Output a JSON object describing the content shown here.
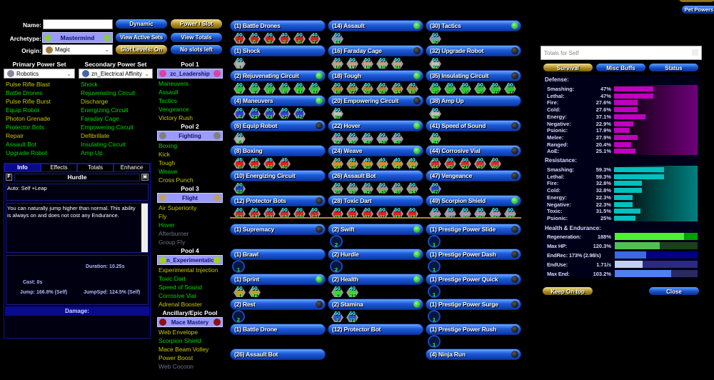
{
  "top_right": {
    "pet_powers": "Pet Powers"
  },
  "character": {
    "name_label": "Name:",
    "name_value": "",
    "archetype_label": "Archetype:",
    "archetype": "Mastermind",
    "origin_label": "Origin:",
    "origin": "Magic"
  },
  "buttons": {
    "dynamic": "Dynamic",
    "power_slot": "Power / Slot",
    "view_active_sets": "View Active Sets",
    "view_totals": "View Totals",
    "slot_levels": "Slot Levels: On",
    "no_slots_left": "No slots left"
  },
  "primary": {
    "header": "Primary Power Set",
    "set": "Robotics",
    "items": [
      {
        "n": "Pulse Rifle Blast",
        "s": "y"
      },
      {
        "n": "Battle Drones",
        "s": "g"
      },
      {
        "n": "Pulse Rifle Burst",
        "s": "y"
      },
      {
        "n": "Equip Robot",
        "s": "g"
      },
      {
        "n": "Photon Grenade",
        "s": "y"
      },
      {
        "n": "Protector Bots",
        "s": "g"
      },
      {
        "n": "Repair",
        "s": "y"
      },
      {
        "n": "Assault Bot",
        "s": "g"
      },
      {
        "n": "Upgrade Robot",
        "s": "g"
      }
    ]
  },
  "secondary": {
    "header": "Secondary Power Set",
    "set": "zn_Electrical Affinity",
    "items": [
      {
        "n": "Shock",
        "s": "g"
      },
      {
        "n": "Rejuvenating Circuit",
        "s": "g"
      },
      {
        "n": "Discharge",
        "s": "y"
      },
      {
        "n": "Energizing Circuit",
        "s": "g"
      },
      {
        "n": "Faraday Cage",
        "s": "g"
      },
      {
        "n": "Empowering Circuit",
        "s": "g"
      },
      {
        "n": "Defibrillate",
        "s": "y"
      },
      {
        "n": "Insulating Circuit",
        "s": "g"
      },
      {
        "n": "Amp Up",
        "s": "g"
      }
    ]
  },
  "pools": [
    {
      "header": "Pool 1",
      "set": "zc_Leadership",
      "color": "#e040a0",
      "items": [
        {
          "n": "Maneuvers",
          "s": "g"
        },
        {
          "n": "Assault",
          "s": "g"
        },
        {
          "n": "Tactics",
          "s": "g"
        },
        {
          "n": "Vengeance",
          "s": "g"
        },
        {
          "n": "Victory Rush",
          "s": "y"
        }
      ]
    },
    {
      "header": "Pool 2",
      "set": "Fighting",
      "color": "#808080",
      "items": [
        {
          "n": "Boxing",
          "s": "g"
        },
        {
          "n": "Kick",
          "s": "y"
        },
        {
          "n": "Tough",
          "s": "y"
        },
        {
          "n": "Weave",
          "s": "g"
        },
        {
          "n": "Cross Punch",
          "s": "y"
        }
      ]
    },
    {
      "header": "Pool 3",
      "set": "Flight",
      "color": "#c0a060",
      "items": [
        {
          "n": "Air Superiority",
          "s": "y"
        },
        {
          "n": "Fly",
          "s": "y"
        },
        {
          "n": "Hover",
          "s": "g"
        },
        {
          "n": "Afterburner",
          "s": "d"
        },
        {
          "n": "Group Fly",
          "s": "d"
        }
      ]
    },
    {
      "header": "Pool 4",
      "set": "n_Experimentation",
      "color": "#a0d020",
      "items": [
        {
          "n": "Experimental Injection",
          "s": "y"
        },
        {
          "n": "Toxic Dart",
          "s": "g"
        },
        {
          "n": "Speed of Sound",
          "s": "g"
        },
        {
          "n": "Corrosive Vial",
          "s": "g"
        },
        {
          "n": "Adrenal Booster",
          "s": "y"
        }
      ]
    },
    {
      "header": "Ancillary/Epic Pool",
      "set": "Mace Mastery",
      "color": "#901010",
      "items": [
        {
          "n": "Web Envelope",
          "s": "y"
        },
        {
          "n": "Scorpion Shield",
          "s": "g"
        },
        {
          "n": "Mace Beam Volley",
          "s": "y"
        },
        {
          "n": "Power Boost",
          "s": "y"
        },
        {
          "n": "Web Cocoon",
          "s": "d"
        }
      ]
    }
  ],
  "info": {
    "tabs": [
      "Info",
      "Effects",
      "Totals",
      "Enhance"
    ],
    "active_tab": "Info",
    "f_button": "F",
    "power_name": "Hurdle",
    "short_desc": "Auto: Self +Leap",
    "long_desc": "You can naturally jump higher than normal. This ability is always on and does not cost any Endurance.",
    "duration": "Duration: 10.25s",
    "cast": "Cast: 0s",
    "jump": "Jump: 166.8% (Self)",
    "jumpspd": "JumpSpd: 124.5% (Self)",
    "damage_header": "Damage:"
  },
  "powers": [
    [
      {
        "l": "(1) Battle Drones",
        "i": "none",
        "c": "#d02020",
        "slots": [
          [
            "50",
            "1"
          ],
          [
            "50",
            "5"
          ],
          [
            "50",
            "3"
          ],
          [
            "30",
            "3"
          ],
          [
            "50",
            "5"
          ],
          [
            "40",
            "7"
          ]
        ]
      },
      {
        "l": "(1) Shock",
        "i": "none",
        "c": "#b0b0b0",
        "slots": [
          [
            "50",
            "1"
          ]
        ]
      },
      {
        "l": "(2) Rejuvenating Circuit",
        "i": "green",
        "c": "#30c030",
        "slots": [
          [
            "50",
            "2"
          ],
          [
            "50",
            "7"
          ],
          [
            "50",
            "9"
          ],
          [
            "50",
            "9"
          ],
          [
            "50",
            "11"
          ],
          [
            "50",
            "11"
          ]
        ]
      },
      {
        "l": "(4) Maneuvers",
        "i": "green",
        "c": "#3040d0",
        "slots": [
          [
            "50",
            "4"
          ],
          [
            "50",
            "23"
          ],
          [
            "50",
            "23"
          ],
          [
            "50",
            "27"
          ],
          [
            "50",
            "42"
          ]
        ]
      },
      {
        "l": "(6) Equip Robot",
        "i": "black",
        "c": "#b0b0b0",
        "slots": [
          [
            "50",
            "6"
          ]
        ]
      },
      {
        "l": "(8) Boxing",
        "i": "none",
        "c": "#e02020",
        "slots": [
          [
            "35",
            "8"
          ],
          [
            "35",
            "40"
          ],
          [
            "35",
            "40"
          ],
          [
            "35",
            "40"
          ]
        ]
      },
      {
        "l": "(10) Energizing Circuit",
        "i": "none",
        "c": "#2040b0",
        "slots": [
          [
            "50",
            "10"
          ]
        ]
      },
      {
        "l": "(12) Protector Bots",
        "i": "black",
        "c": "#c03030",
        "slots": [
          [
            "50",
            "12"
          ],
          [
            "50",
            "13"
          ],
          [
            "50",
            "13"
          ],
          [
            "50",
            "15"
          ],
          [
            "50",
            "15"
          ],
          [
            "50",
            "17"
          ]
        ]
      }
    ],
    [
      {
        "l": "(14) Assault",
        "i": "green",
        "c": "#8090c0",
        "slots": [
          [
            "50",
            "11"
          ]
        ]
      },
      {
        "l": "(16) Faraday Cage",
        "i": "black",
        "c": "#c0a090",
        "slots": [
          [
            "50",
            "16"
          ],
          [
            "50",
            "17"
          ],
          [
            "50",
            "19"
          ],
          [
            "50",
            "19"
          ],
          [
            "50",
            "21"
          ]
        ]
      },
      {
        "l": "(18) Tough",
        "i": "green",
        "c": "#b08030",
        "slots": [
          [
            "50",
            "18"
          ],
          [
            "50",
            "27"
          ],
          [
            "50",
            "29"
          ],
          [
            "50",
            "29"
          ],
          [
            "50",
            "34"
          ],
          [
            "40",
            "19"
          ]
        ]
      },
      {
        "l": "(20) Empowering Circuit",
        "i": "black",
        "c": "#c0c0c0",
        "slots": [
          [
            "50",
            "20"
          ]
        ]
      },
      {
        "l": "(22) Hover",
        "i": "green",
        "c": "#b090b0",
        "slots": [
          [
            "50",
            "22"
          ],
          [
            "50",
            "46"
          ],
          [
            "50",
            "48"
          ],
          [
            "50",
            "48"
          ],
          [
            "50",
            "48"
          ]
        ]
      },
      {
        "l": "(24) Weave",
        "i": "green",
        "c": "#d09020",
        "slots": [
          [
            "50",
            "24"
          ],
          [
            "40",
            "25"
          ],
          [
            "40",
            "25"
          ],
          [
            "40",
            "43"
          ],
          [
            "40",
            "43"
          ],
          [
            "40",
            "43"
          ]
        ]
      },
      {
        "l": "(26) Assault Bot",
        "i": "none",
        "c": "#a09080",
        "slots": [
          [
            "50",
            "25"
          ],
          [
            "50",
            "39"
          ],
          [
            "50",
            "42"
          ],
          [
            "50",
            "45"
          ],
          [
            "50",
            "46"
          ],
          [
            "50",
            "34"
          ]
        ]
      },
      {
        "l": "(28) Toxic Dart",
        "i": "none",
        "c": "#e02020",
        "slots": [
          [
            "50",
            "28"
          ],
          [
            "50",
            "31"
          ],
          [
            "50",
            "31"
          ],
          [
            "50",
            "31"
          ],
          [
            "50",
            "33"
          ],
          [
            "50",
            "33"
          ]
        ]
      }
    ],
    [
      {
        "l": "(30) Tactics",
        "i": "green",
        "c": "#8090c0",
        "slots": [
          [
            "50",
            "30"
          ]
        ]
      },
      {
        "l": "(32) Upgrade Robot",
        "i": "black",
        "c": "#c0c0c0",
        "slots": [
          [
            "50",
            "32"
          ]
        ]
      },
      {
        "l": "(35) Insulating Circuit",
        "i": "black",
        "c": "#30c030",
        "slots": [
          [
            "50",
            "35"
          ],
          [
            "50",
            "36"
          ],
          [
            "50",
            "36"
          ],
          [
            "50",
            "36"
          ],
          [
            "50",
            "37"
          ],
          [
            "50",
            "37"
          ]
        ]
      },
      {
        "l": "(38) Amp Up",
        "i": "none",
        "c": "#c0c0c0",
        "slots": [
          [
            "50",
            "38"
          ]
        ]
      },
      {
        "l": "(41) Speed of Sound",
        "i": "black",
        "c": "#90b070",
        "slots": [
          [
            "50",
            "41"
          ]
        ]
      },
      {
        "l": "(44) Corrosive Vial",
        "i": "black",
        "c": "#d03030",
        "slots": [
          [
            "20",
            "44"
          ],
          [
            "50",
            "45"
          ],
          [
            "50",
            "21"
          ],
          [
            "50",
            "45"
          ],
          [
            "50",
            "46"
          ]
        ]
      },
      {
        "l": "(47) Vengeance",
        "i": "black",
        "c": "#3040d0",
        "slots": [
          [
            "50",
            "47"
          ]
        ]
      },
      {
        "l": "(49) Scorpion Shield",
        "i": "green",
        "c": "#b090c0",
        "slots": [
          [
            "50",
            "49"
          ],
          [
            "50",
            "37"
          ],
          [
            "50",
            "39"
          ],
          [
            "50",
            "50"
          ],
          [
            "50",
            "50"
          ],
          [
            "50",
            "50"
          ]
        ]
      }
    ]
  ],
  "inherent": [
    [
      {
        "l": "(1) Supremacy",
        "i": "black",
        "slots": []
      },
      {
        "l": "(1) Brawl",
        "i": "none",
        "empty": "1",
        "slots": []
      },
      {
        "l": "(1) Sprint",
        "i": "green",
        "c": "#c0a020",
        "slots": [
          [
            "50",
            "1"
          ],
          [
            "50",
            "42"
          ]
        ]
      },
      {
        "l": "(2) Rest",
        "i": "black",
        "empty": "2",
        "slots": []
      },
      {
        "l": "(1) Battle Drone",
        "i": "none",
        "slots": []
      },
      {
        "l": "(26) Assault Bot",
        "i": "none",
        "slots": []
      }
    ],
    [
      {
        "l": "(2) Swift",
        "i": "green",
        "empty": "2",
        "slots": []
      },
      {
        "l": "(2) Hurdle",
        "i": "green",
        "empty": "2",
        "slots": []
      },
      {
        "l": "(2) Health",
        "i": "green",
        "c": "#40d040",
        "slots": [
          [
            "50",
            "2"
          ],
          [
            "40",
            "33"
          ]
        ]
      },
      {
        "l": "(2) Stamina",
        "i": "green",
        "c": "#3050d0",
        "slots": [
          [
            "50",
            "2"
          ],
          [
            "50",
            "33"
          ]
        ]
      },
      {
        "l": "(12) Protector Bot",
        "i": "none",
        "slots": []
      }
    ],
    [
      {
        "l": "(1) Prestige Power Slide",
        "i": "black",
        "empty": "1",
        "slots": []
      },
      {
        "l": "(1) Prestige Power Dash",
        "i": "black",
        "empty": "1",
        "slots": []
      },
      {
        "l": "(1) Prestige Power Quick",
        "i": "black",
        "empty": "1",
        "slots": []
      },
      {
        "l": "(1) Prestige Power Surge",
        "i": "black",
        "empty": "1",
        "slots": []
      },
      {
        "l": "(1) Prestige Power Rush",
        "i": "black",
        "empty": "1",
        "slots": []
      },
      {
        "l": "(4) Ninja Run",
        "i": "black",
        "slots": []
      }
    ]
  ],
  "totals": {
    "title": "Totals for Self",
    "tabs": [
      "Survival",
      "Misc Buffs",
      "Status"
    ],
    "active_tab": "Survival",
    "defense_header": "Defense:",
    "defense": [
      {
        "n": "Smashing:",
        "v": "47%",
        "p": 47
      },
      {
        "n": "Lethal:",
        "v": "47%",
        "p": 47
      },
      {
        "n": "Fire:",
        "v": "27.6%",
        "p": 27.6
      },
      {
        "n": "Cold:",
        "v": "27.6%",
        "p": 27.6
      },
      {
        "n": "Energy:",
        "v": "37.1%",
        "p": 37.1
      },
      {
        "n": "Negative:",
        "v": "22.9%",
        "p": 22.9
      },
      {
        "n": "Psionic:",
        "v": "17.9%",
        "p": 17.9
      },
      {
        "n": "Melee:",
        "v": "27.9%",
        "p": 27.9
      },
      {
        "n": "Ranged:",
        "v": "20.4%",
        "p": 20.4
      },
      {
        "n": "AoE:",
        "v": "25.1%",
        "p": 25.1
      }
    ],
    "resistance_header": "Resistance:",
    "resistance": [
      {
        "n": "Smashing:",
        "v": "59.3%",
        "p": 59.3
      },
      {
        "n": "Lethal:",
        "v": "59.3%",
        "p": 59.3
      },
      {
        "n": "Fire:",
        "v": "32.8%",
        "p": 32.8
      },
      {
        "n": "Cold:",
        "v": "32.8%",
        "p": 32.8
      },
      {
        "n": "Energy:",
        "v": "22.3%",
        "p": 22.3
      },
      {
        "n": "Negative:",
        "v": "22.3%",
        "p": 22.3
      },
      {
        "n": "Toxic:",
        "v": "31.5%",
        "p": 31.5
      },
      {
        "n": "Psionic:",
        "v": "25%",
        "p": 25
      }
    ],
    "health_header": "Health & Endurance:",
    "health": [
      {
        "n": "Regeneration:",
        "v": "188%",
        "p": 84,
        "c": "#50f030",
        "bg": "#00a000"
      },
      {
        "n": "Max HP:",
        "v": "120.3%",
        "p": 54,
        "c": "#50c050",
        "bg": "#1a401a"
      },
      {
        "n": "EndRec: 173% (2.98/s)",
        "v": "",
        "p": 38,
        "c": "#3a6ae0",
        "bg": "#000080"
      },
      {
        "n": "EndUse:",
        "v": "1.71/s",
        "p": 34,
        "c": "#c0d0f0",
        "bg": "#2a2a80"
      },
      {
        "n": "Max End:",
        "v": "103.2%",
        "p": 68,
        "c": "#5080f0",
        "bg": "#2a2a60"
      }
    ],
    "keep_on_top": "Keep On top",
    "close": "Close"
  }
}
